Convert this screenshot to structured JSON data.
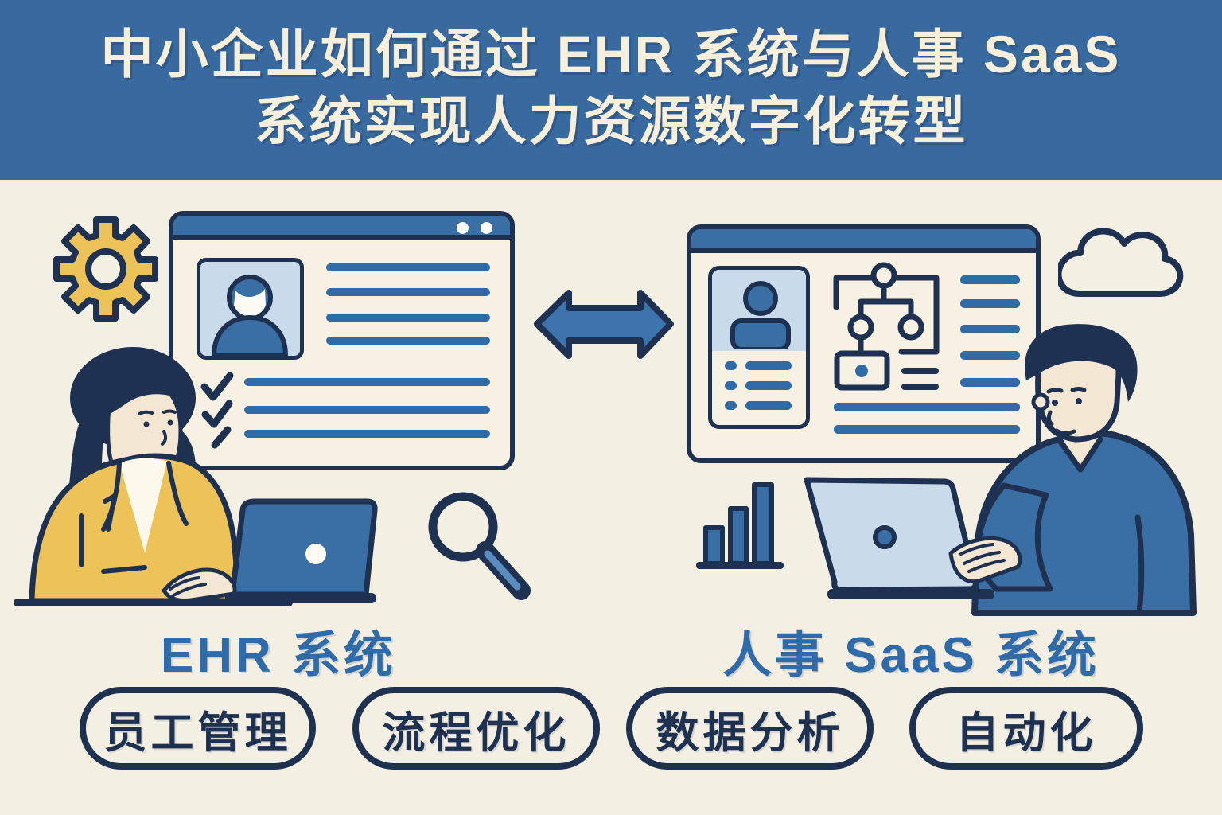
{
  "header": {
    "title_line1": "中小企业如何通过 EHR 系统与人事 SaaS",
    "title_line2": "系统实现人力资源数字化转型"
  },
  "systems": {
    "left": {
      "label": "EHR 系统"
    },
    "right": {
      "label": "人事 SaaS 系统"
    }
  },
  "feature_badges": [
    "员工管理",
    "流程优化",
    "数据分析",
    "自动化"
  ],
  "icons": {
    "left_side": [
      "gear-icon",
      "browser-window-icon",
      "profile-card-icon",
      "checklist-icon",
      "magnifier-icon",
      "laptop-icon",
      "woman-at-laptop-illustration"
    ],
    "center": [
      "bidirectional-arrow-icon"
    ],
    "right_side": [
      "cloud-icon",
      "browser-window-icon",
      "profile-card-icon",
      "org-chart-icon",
      "bar-chart-icon",
      "laptop-icon",
      "man-at-laptop-illustration"
    ]
  },
  "colors": {
    "header_background": "#38699f",
    "canvas_background": "#f4efe3",
    "outline_navy": "#1f3150",
    "primary_blue": "#3a6fa5",
    "line_blue": "#2f6ba6",
    "light_blue": "#c9dbeb",
    "accent_yellow": "#edc258",
    "label_blue": "#2e6ba8",
    "header_text_cream": "#f6efdb"
  }
}
